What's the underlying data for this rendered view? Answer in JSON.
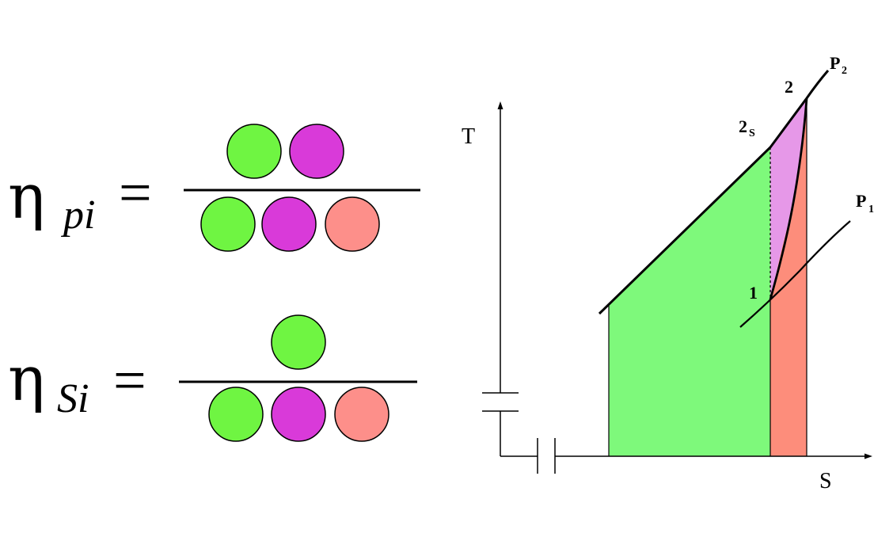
{
  "colors": {
    "green": "#6ff542",
    "magenta": "#d93ad9",
    "salmon": "#fd8f8a",
    "region_green": "#7ef97b",
    "region_violet": "#e698e8",
    "region_salmon": "#fd8d7b"
  },
  "formula_polytropic": {
    "symbol": "η",
    "subscript": "pi",
    "equals": "=",
    "numerator": [
      "green",
      "magenta"
    ],
    "denominator": [
      "green",
      "magenta",
      "salmon"
    ]
  },
  "formula_isentropic": {
    "symbol": "η",
    "subscript": "Si",
    "equals": "=",
    "numerator": [
      "green"
    ],
    "denominator": [
      "green",
      "magenta",
      "salmon"
    ]
  },
  "diagram": {
    "y_axis_label": "T",
    "x_axis_label": "S",
    "points": {
      "p1": "1",
      "p2": "2",
      "p2s": "2",
      "p2s_sub": "S"
    },
    "isobars": {
      "high": {
        "label": "P",
        "sub": "2"
      },
      "low": {
        "label": "P",
        "sub": "1"
      }
    }
  }
}
